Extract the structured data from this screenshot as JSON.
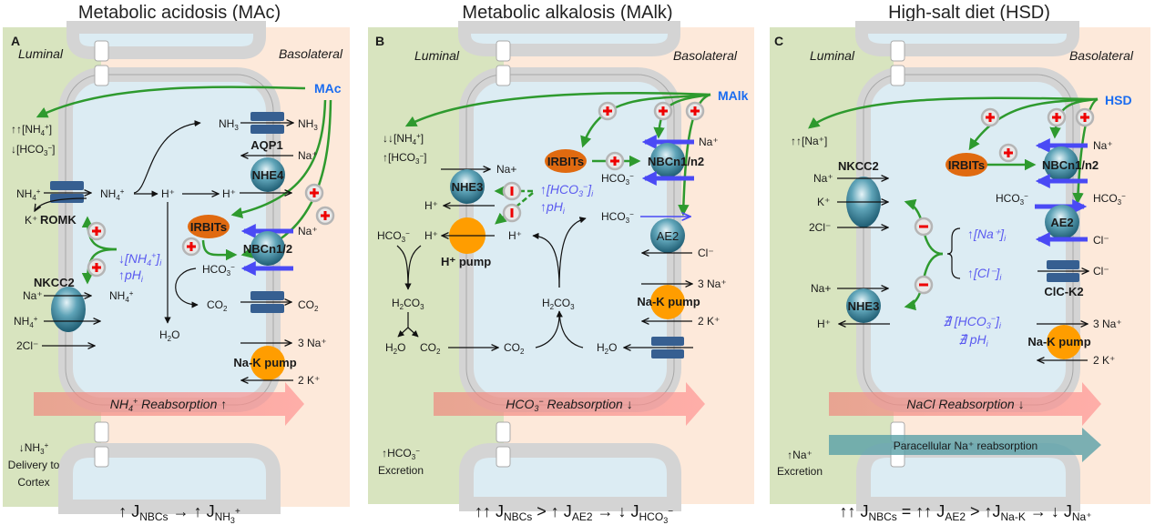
{
  "panels": [
    {
      "id": "A",
      "title": "Metabolic acidosis (MAc)",
      "letter": "A",
      "luminal": "Luminal",
      "basolateral": "Basolateral",
      "stimulus": "MAc",
      "lumen_notes": [
        "↑↑[NH₄⁺]",
        "↓[HCO₃⁻]"
      ],
      "proteins": [
        "AQP1",
        "NHE4",
        "ROMK",
        "IRBITs",
        "NBCn1/2",
        "NKCC2",
        "Na-K pump"
      ],
      "intracellular_notes": [
        "↓[NH₄⁺]ᵢ",
        "↑pHᵢ"
      ],
      "species": [
        "NH₃",
        "NH₃",
        "Na⁺",
        "NH₄⁺",
        "NH₄⁺",
        "H⁺",
        "H⁺",
        "K⁺",
        "Na⁺",
        "HCO₃⁻",
        "CO₂",
        "CO₂",
        "Na⁺",
        "NH₄⁺",
        "NH₄⁺",
        "2Cl⁻",
        "H₂O",
        "3 Na⁺",
        "2 K⁺"
      ],
      "reabsorption": "NH₄⁺  Reabsorption ↑",
      "excretion": [
        "↓NH₃⁺",
        "Delivery to",
        "Cortex"
      ],
      "equation": "↑ J_NBCs → ↑ J_NH₃⁺"
    },
    {
      "id": "B",
      "title": "Metabolic alkalosis (MAlk)",
      "letter": "B",
      "luminal": "Luminal",
      "basolateral": "Basolateral",
      "stimulus": "MAlk",
      "lumen_notes": [
        "↓↓[NH₄⁺]",
        "↑[HCO₃⁻]"
      ],
      "proteins": [
        "IRBITs",
        "NBCn1/n2",
        "NHE3",
        "H⁺ pump",
        "AE2",
        "Na-K pump"
      ],
      "intracellular_notes": [
        "↑[HCO₃⁻]ᵢ",
        "↑pHᵢ"
      ],
      "species": [
        "Na+",
        "Na⁺",
        "HCO₃⁻",
        "HCO₃⁻",
        "H⁺",
        "HCO₃⁻",
        "H⁺",
        "H⁺",
        "Cl⁻",
        "H₂CO₃",
        "H₂CO₃",
        "3 Na⁺",
        "2 K⁺",
        "H₂O",
        "CO₂",
        "CO₂",
        "H₂O"
      ],
      "reabsorption": "HCO₃⁻  Reabsorption ↓",
      "excretion": [
        "↑HCO₃⁻",
        "Excretion"
      ],
      "equation": "↑↑ J_NBCs > ↑ J_AE2 → ↓ J_HCO₃⁻"
    },
    {
      "id": "C",
      "title": "High-salt diet (HSD)",
      "letter": "C",
      "luminal": "Luminal",
      "basolateral": "Basolateral",
      "stimulus": "HSD",
      "lumen_notes": [
        "↑↑[Na⁺]"
      ],
      "proteins": [
        "NKCC2",
        "IRBITs",
        "NBCn1/n2",
        "AE2",
        "ClC-K2",
        "NHE3",
        "Na-K pump"
      ],
      "intracellular_notes": [
        "↑[Na⁺]ᵢ",
        "↑[Cl⁻]ᵢ",
        "∄ [HCO₃⁻]ᵢ",
        "∄ pHᵢ"
      ],
      "species": [
        "Na⁺",
        "K⁺",
        "2Cl⁻",
        "Na+",
        "H⁺",
        "Na⁺",
        "HCO₃⁻",
        "HCO₃⁻",
        "Cl⁻",
        "Cl⁻",
        "3 Na⁺",
        "2 K⁺"
      ],
      "reabsorption": "NaCl  Reabsorption ↓",
      "paracellular": "Paracellular Na⁺ reabsorption",
      "excretion": [
        "↑Na⁺",
        "Excretion"
      ],
      "equation": "↑↑ J_NBCs = ↑↑  J_AE2 > ↑J_Na-K → ↓ J_Na⁺"
    }
  ],
  "text": {
    "A": {
      "nh3_in": "NH",
      "nh3_out": "NH",
      "aqp1": "AQP1",
      "na_nhe4": "Na⁺",
      "nhe4": "NHE4",
      "nh4_lumen": "NH",
      "nh4_cell": "NH",
      "h1": "H⁺",
      "h2": "H⁺",
      "k": "K⁺",
      "romk": "ROMK",
      "irbits": "IRBITs",
      "na_nbc": "Na⁺",
      "nbc": "NBCn1/2",
      "hco3": "HCO",
      "co2_in": "CO",
      "co2_out": "CO",
      "nkcc2": "NKCC2",
      "na_nk": "Na⁺",
      "nh4_nk_out": "NH",
      "nh4_lum2": "NH",
      "cl2": "2Cl⁻",
      "h2o": "H",
      "na3": "3 Na⁺",
      "pump": "Na-K pump",
      "k2": "2 K⁺",
      "nh4i": "↓[NH",
      "phi": "↑pH",
      "reab_a": "NH",
      "reab_b": " Reabsorption ↑",
      "exc1": "↓NH",
      "exc2": "Delivery to",
      "exc3": "Cortex",
      "lum1": "↑↑[NH",
      "lum2": "↓[HCO"
    },
    "B": {
      "na_top": "Na+",
      "nhe3": "NHE3",
      "h_nhe3": "H⁺",
      "hco3_lum": "HCO",
      "h_pump": "H⁺",
      "hpump": "H⁺ pump",
      "h_cell": "H⁺",
      "h2co3_l": "H",
      "h2o_l": "H",
      "co2_l": "CO",
      "co2_c": "CO",
      "h2co3_c": "H",
      "h2o_c": "H",
      "irbits": "IRBITs",
      "nbc": "NBCn1/n2",
      "na_nbc": "Na⁺",
      "hco3_nbc": "HCO",
      "hco3_ae": "HCO",
      "ae2": "AE2",
      "cl": "Cl⁻",
      "na3": "3 Na⁺",
      "pump": "Na-K pump",
      "k2": "2 K⁺",
      "hco3i": "↑[HCO",
      "phi": "↑pH",
      "reab_a": "HCO",
      "reab_b": " Reabsorption ↓",
      "exc1": "↑HCO",
      "exc2": "Excretion",
      "lum1": "↓↓[NH",
      "lum2": "↑[HCO"
    },
    "C": {
      "nkcc2": "NKCC2",
      "na": "Na⁺",
      "k": "K⁺",
      "cl2": "2Cl⁻",
      "na_nhe3": "Na+",
      "nhe3": "NHE3",
      "h": "H⁺",
      "irbits": "IRBITs",
      "nbc": "NBCn1/n2",
      "na_nbc": "Na⁺",
      "hco3_in": "HCO",
      "hco3_out": "HCO",
      "ae2": "AE2",
      "cl_ae": "Cl⁻",
      "cl_clc": "Cl⁻",
      "clc": "ClC-K2",
      "na3": "3 Na⁺",
      "pump": "Na-K pump",
      "k2": "2 K⁺",
      "nai": "↑[Na⁺]",
      "cli": "↑[Cl⁻]",
      "hco3i": "∄ [HCO",
      "phi": "∄ pH",
      "reab": "NaCl  Reabsorption ↓",
      "para": "Paracellular Na⁺ reabsorption",
      "exc1": "↑Na⁺",
      "exc2": "Excretion",
      "lum1": "↑↑[Na⁺]"
    },
    "eq": {
      "a1": "↑ J",
      "a_nbc": "NBCs",
      "a2": " → ↑ J",
      "a_nh3": "NH",
      "a_3": "3",
      "a_plus": "+",
      "b1": "↑↑ J",
      "b_nbc": "NBCs",
      "b2": " > ↑ J",
      "b_ae2": "AE2",
      "b3": " → ↓ J",
      "b_hco": "HCO",
      "b_3": "3",
      "b_minus": "−",
      "c1": "↑↑ J",
      "c_nbc": "NBCs",
      "c2": " = ↑↑  J",
      "c_ae2": "AE2",
      "c3": " > ↑J",
      "c_nak": "Na-K",
      "c4": " → ↓ J",
      "c_na": "Na⁺"
    }
  },
  "colors": {
    "luminal_bg": "#d8e4bf",
    "basolateral_bg": "#fde9da",
    "cell_bg": "#dcecf3",
    "membrane": "#d4d4d4",
    "stimulus_blue": "#1a6cf0",
    "regulation_green": "#2e9a2e",
    "flux_blue": "#4a4af5",
    "intracellular_purple": "#5a5af0",
    "irbits_orange": "#e06a10",
    "pump_orange": "#ff9d00",
    "channel_navy": "#365f91",
    "reabsorption_arrow": "#f08080",
    "paracellular_arrow": "#5aa0a8"
  }
}
